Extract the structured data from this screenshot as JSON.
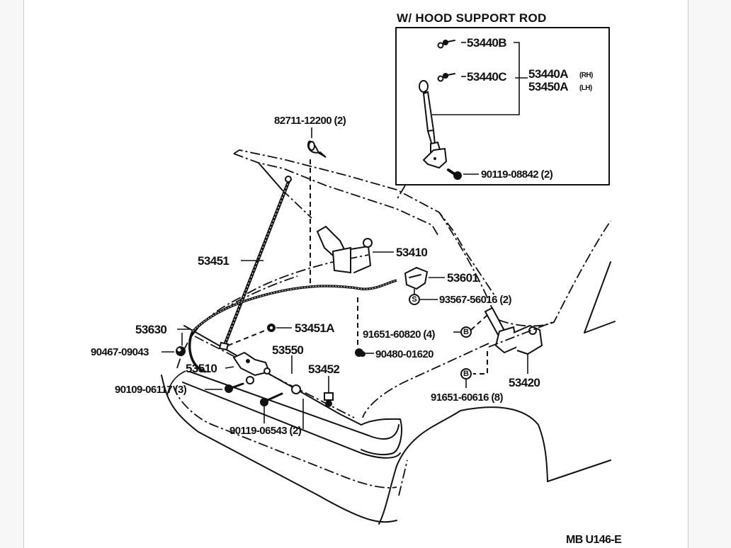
{
  "inset": {
    "title": "W/ HOOD SUPPORT ROD",
    "parts": {
      "p53440B": "53440B",
      "p53440C": "53440C",
      "p53440A": "53440A",
      "p53440A_side": "(RH)",
      "p53450A": "53450A",
      "p53450A_side": "(LH)",
      "p90119_08842": "90119-08842 (2)"
    }
  },
  "parts": {
    "p82711": "82711-12200 (2)",
    "p53451": "53451",
    "p53410": "53410",
    "p53601": "53601",
    "p93567": "93567-56016 (2)",
    "p53630": "53630",
    "p53451A": "53451A",
    "p91651_60820": "91651-60820 (4)",
    "p90467": "90467-09043",
    "p53550": "53550",
    "p90480": "90480-01620",
    "p53510": "53510",
    "p53452": "53452",
    "p53420": "53420",
    "p90109": "90109-06117 (3)",
    "p91651_60616": "91651-60616 (8)",
    "p90119_06543": "90119-06543 (2)"
  },
  "markers": {
    "s": "S",
    "b": "B"
  },
  "footer": {
    "code": "MB  U146-E"
  }
}
